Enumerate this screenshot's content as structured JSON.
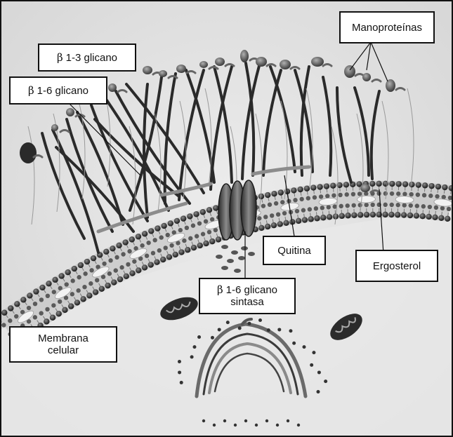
{
  "labels": {
    "beta_symbol": "β",
    "glucan_13": "1-3 glicano",
    "glucan_16": "1-6 glicano",
    "mannoproteins": "Manoproteínas",
    "chitin": "Quitina",
    "ergosterol": "Ergosterol",
    "synthase_line1": "1-6 glicano",
    "synthase_line2": "sintasa",
    "membrane_line1": "Membrana",
    "membrane_line2": "celular"
  },
  "colors": {
    "background": "#e4e4e4",
    "fiber": "#2a2a2a",
    "membrane_head": "#333333",
    "protein": "#6d6d6d",
    "frame": "#111111"
  },
  "icons": {
    "mitochondrion": "mitochondrion-icon",
    "golgi": "golgi-apparatus-icon",
    "channel": "glucan-synthase-channel-icon"
  }
}
